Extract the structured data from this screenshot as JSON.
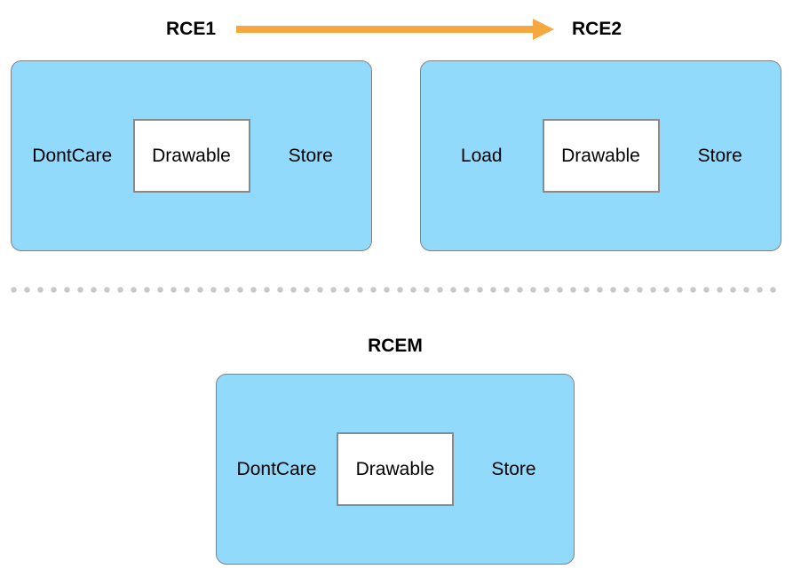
{
  "header": {
    "rce1_label": "RCE1",
    "rce2_label": "RCE2"
  },
  "boxes": {
    "rce1": {
      "left": "DontCare",
      "center": "Drawable",
      "right": "Store"
    },
    "rce2": {
      "left": "Load",
      "center": "Drawable",
      "right": "Store"
    },
    "rcem": {
      "left": "DontCare",
      "center": "Drawable",
      "right": "Store"
    }
  },
  "rcem_title": "RCEM",
  "colors": {
    "pass_fill": "#92DAFC",
    "pass_border": "#828282",
    "drawable_fill": "#FFFFFF",
    "drawable_border": "#8A8A8A",
    "arrow": "#F6A840",
    "divider_dots": "#C8C8C8",
    "text": "#000000"
  }
}
